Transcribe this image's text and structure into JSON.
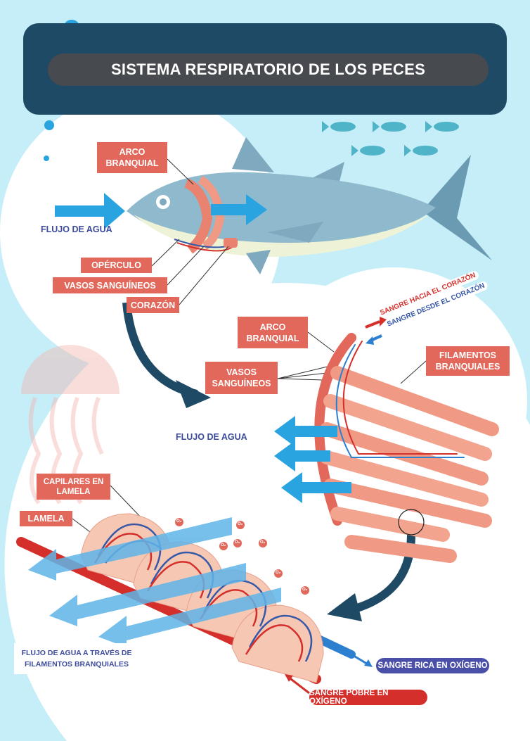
{
  "title": "SISTEMA RESPIRATORIO DE LOS PECES",
  "fish_section": {
    "arco_branquial": "ARCO BRANQUIAL",
    "flujo_de_agua": "FLUJO DE AGUA",
    "operculo": "OPÉRCULO",
    "vasos_sanguineos": "VASOS SANGUÍNEOS",
    "corazon": "CORAZÓN"
  },
  "gill_section": {
    "sangre_hacia": "SANGRE HACIA EL CORAZÓN",
    "sangre_desde": "SANGRE DESDE EL CORAZÓN",
    "arco_branquial": "ARCO BRANQUIAL",
    "vasos_sanguineos": "VASOS SANGUÍNEOS",
    "filamentos": "FILAMENTOS BRANQUIALES",
    "flujo_de_agua": "FLUJO DE AGUA"
  },
  "lamella_section": {
    "capilares": "CAPILARES EN LAMELA",
    "lamela": "LAMELA",
    "flujo_note": "FLUJO DE AGUA A TRAVÉS DE FILAMENTOS BRANQUIALES",
    "sangre_rica": "SANGRE RICA EN OXÍGENO",
    "sangre_pobre": "SANGRE POBRE EN OXÍGENO",
    "oxygen_symbol": "O₂"
  },
  "colors": {
    "label": "#e2685b",
    "banner": "#1f4a66",
    "rich": "#4a4fa8",
    "poor": "#d42f2a",
    "bg": "#c6eef8"
  }
}
